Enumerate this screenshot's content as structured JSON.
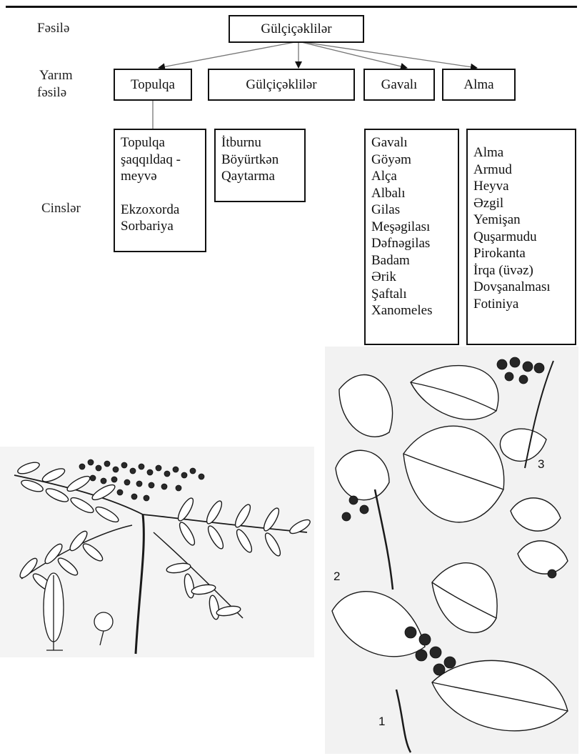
{
  "row_labels": {
    "family": "Fəsilə",
    "subfamily_line1": "Yarım",
    "subfamily_line2": "fəsilə",
    "genera": "Cinslər"
  },
  "family": {
    "name": "Gülçiçəklilər"
  },
  "subfamilies": [
    {
      "name": "Topulqa"
    },
    {
      "name": "Gülçiçəklilər"
    },
    {
      "name": "Gavalı"
    },
    {
      "name": "Alma"
    }
  ],
  "genera_lists": [
    {
      "items": [
        "Topulqa",
        "şaqqıldaq -",
        "meyvə",
        "",
        "Ekzoxorda",
        "Sorbariya"
      ]
    },
    {
      "items": [
        "İtburnu",
        "Böyürtkən",
        "Qaytarma"
      ]
    },
    {
      "items": [
        "Gavalı",
        "Göyəm",
        "Alça",
        "Albalı",
        "Gilas",
        "Meşəgilası",
        "Dəfnəgilas",
        "Badam",
        "Ərik",
        "Şaftalı",
        "Xanomeles"
      ]
    },
    {
      "items": [
        "Alma",
        "Armud",
        "Heyva",
        "Əzgil",
        "Yemişan",
        "Quşarmudu",
        "Pirokanta",
        "İrqa (üvəz)",
        "Dovşanalması",
        "Fotiniya"
      ]
    }
  ],
  "figure_numbers": [
    "1",
    "2",
    "3"
  ],
  "colors": {
    "line": "#111111",
    "arrow": "#777777",
    "ink": "#1a1a1a"
  }
}
